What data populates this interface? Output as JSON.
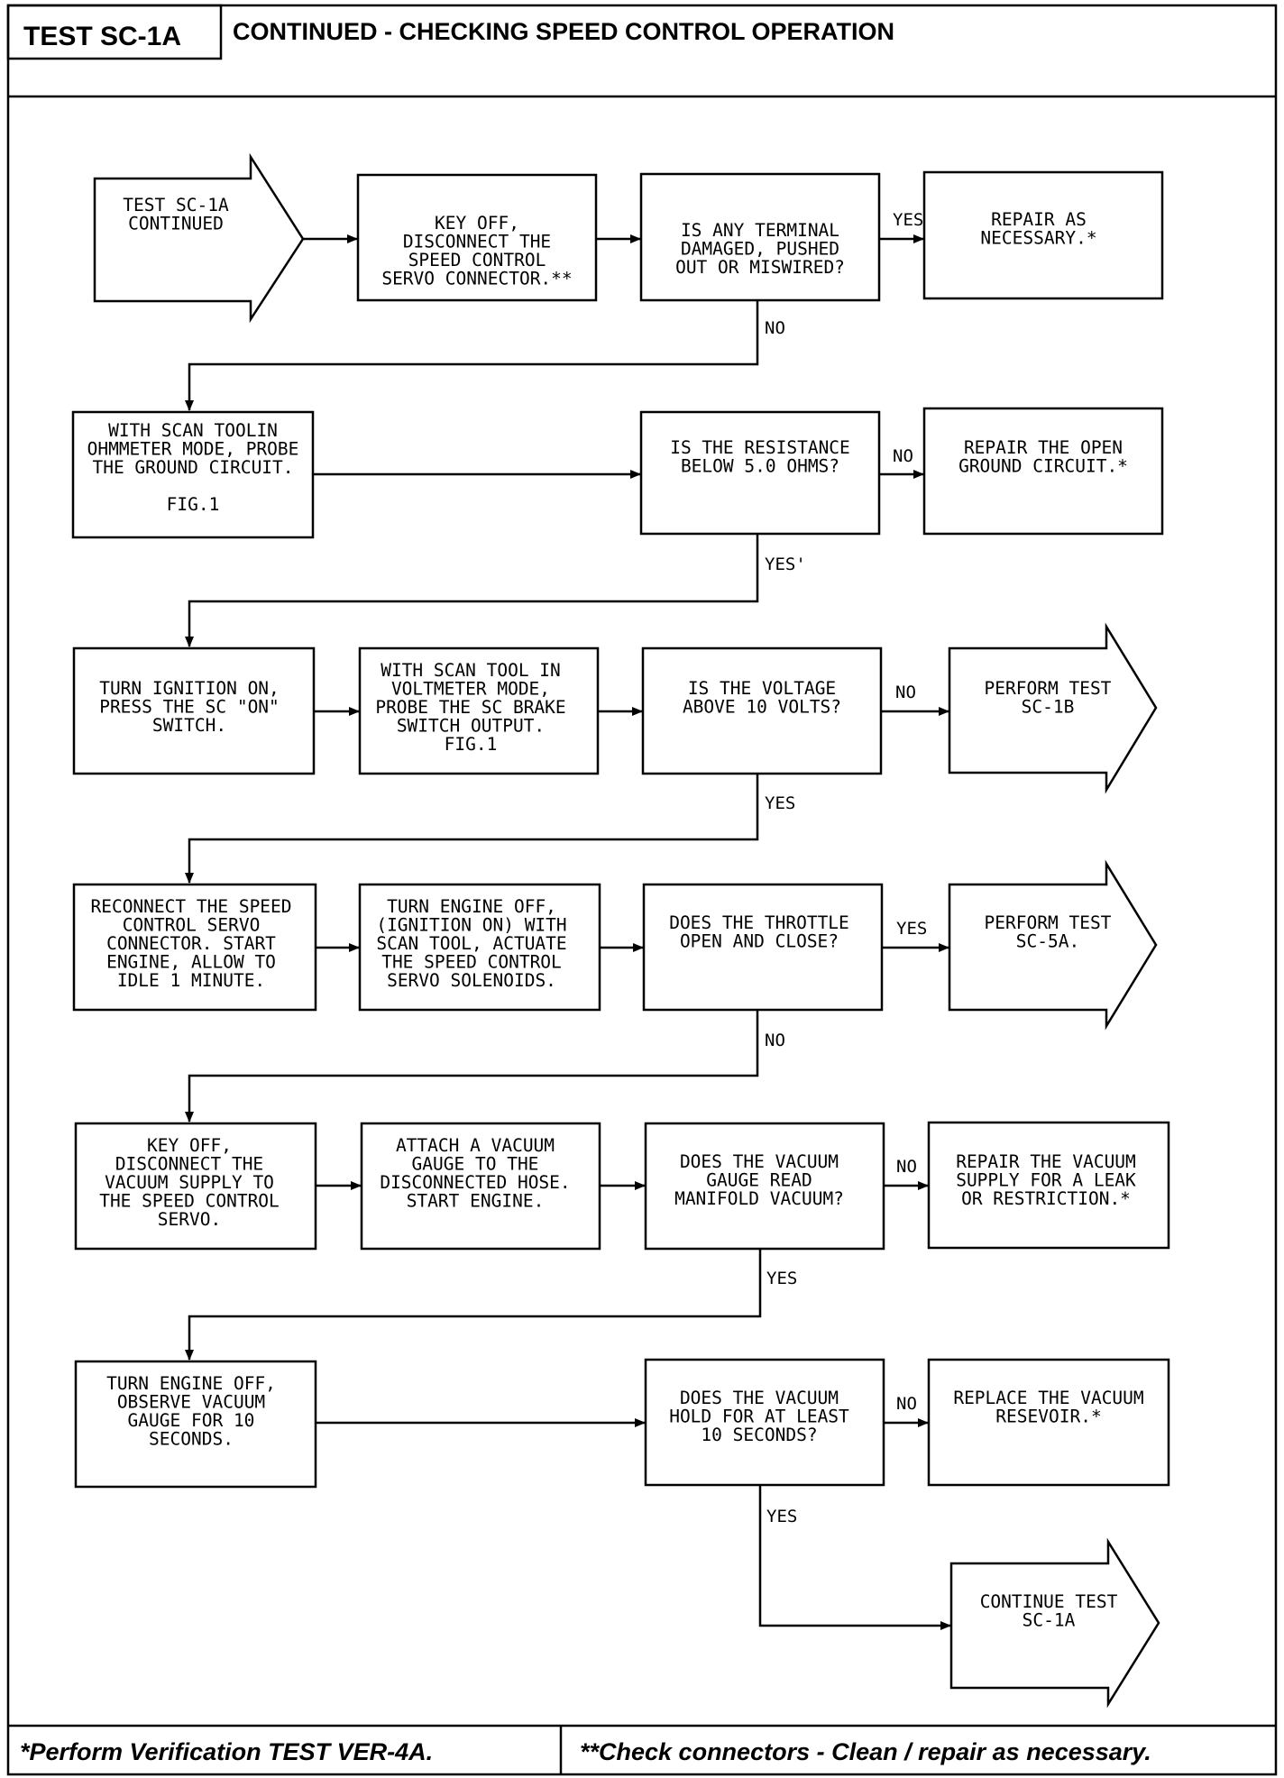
{
  "header": {
    "test_id": "TEST SC-1A",
    "title": "CONTINUED - CHECKING SPEED CONTROL OPERATION"
  },
  "footer": {
    "left_note": "*Perform Verification TEST VER-4A.",
    "right_note": "**Check connectors - Clean / repair as necessary."
  },
  "nodes": {
    "start": {
      "lines": [
        "TEST SC-1A",
        "CONTINUED"
      ]
    },
    "key_off_disconnect_servo": {
      "lines": [
        "KEY OFF,",
        "DISCONNECT THE",
        "SPEED CONTROL",
        "SERVO CONNECTOR.**"
      ]
    },
    "q_terminal_damaged": {
      "lines": [
        "IS ANY TERMINAL",
        "DAMAGED, PUSHED",
        "OUT OR MISWIRED?"
      ]
    },
    "repair_as_necessary": {
      "lines": [
        "REPAIR AS",
        "NECESSARY.*"
      ]
    },
    "probe_ground_circuit": {
      "lines": [
        "WITH SCAN TOOLIN",
        "OHMMETER MODE, PROBE",
        "THE GROUND CIRCUIT.",
        "",
        "FIG.1"
      ]
    },
    "q_resistance": {
      "lines": [
        "IS THE RESISTANCE",
        "BELOW 5.0 OHMS?"
      ]
    },
    "repair_open_ground": {
      "lines": [
        "REPAIR THE OPEN",
        "GROUND CIRCUIT.*"
      ]
    },
    "turn_ignition_on": {
      "lines": [
        "TURN IGNITION ON,",
        "PRESS THE SC \"ON\"",
        "SWITCH."
      ]
    },
    "probe_brake_switch": {
      "lines": [
        "WITH SCAN TOOL IN",
        "VOLTMETER MODE,",
        "PROBE THE SC BRAKE",
        "SWITCH OUTPUT.",
        "FIG.1"
      ]
    },
    "q_voltage": {
      "lines": [
        "IS THE VOLTAGE",
        "ABOVE 10 VOLTS?"
      ]
    },
    "perform_sc1b": {
      "lines": [
        "PERFORM TEST",
        "SC-1B"
      ]
    },
    "reconnect_servo": {
      "lines": [
        "RECONNECT THE SPEED",
        "CONTROL SERVO",
        "CONNECTOR. START",
        "ENGINE, ALLOW TO",
        "IDLE 1 MINUTE."
      ]
    },
    "actuate_solenoids": {
      "lines": [
        "TURN ENGINE OFF,",
        "(IGNITION ON) WITH",
        "SCAN TOOL, ACTUATE",
        "THE SPEED CONTROL",
        "SERVO SOLENOIDS."
      ]
    },
    "q_throttle": {
      "lines": [
        "DOES THE THROTTLE",
        "OPEN AND CLOSE?"
      ]
    },
    "perform_sc5a": {
      "lines": [
        "PERFORM TEST",
        "SC-5A."
      ]
    },
    "disconnect_vacuum": {
      "lines": [
        "KEY OFF,",
        "DISCONNECT THE",
        "VACUUM SUPPLY TO",
        "THE SPEED CONTROL",
        "SERVO."
      ]
    },
    "attach_gauge": {
      "lines": [
        "ATTACH A VACUUM",
        "GAUGE TO THE",
        "DISCONNECTED HOSE.",
        "START ENGINE."
      ]
    },
    "q_manifold_vacuum": {
      "lines": [
        "DOES THE VACUUM",
        "GAUGE READ",
        "MANIFOLD VACUUM?"
      ]
    },
    "repair_vacuum_supply": {
      "lines": [
        "REPAIR THE VACUUM",
        "SUPPLY FOR A LEAK",
        "OR RESTRICTION.*"
      ]
    },
    "observe_gauge": {
      "lines": [
        "TURN ENGINE OFF,",
        "OBSERVE VACUUM",
        "GAUGE FOR 10",
        "SECONDS."
      ]
    },
    "q_vacuum_hold": {
      "lines": [
        "DOES THE VACUUM",
        "HOLD FOR AT LEAST",
        "10 SECONDS?"
      ]
    },
    "replace_reservoir": {
      "lines": [
        "REPLACE THE VACUUM",
        "RESEVOIR.*"
      ]
    },
    "continue_sc1a": {
      "lines": [
        "CONTINUE TEST",
        "SC-1A"
      ]
    }
  },
  "edge_labels": {
    "terminal_yes": "YES",
    "terminal_no": "NO",
    "resistance_no": "NO",
    "resistance_yes": "YES'",
    "voltage_no": "NO",
    "voltage_yes": "YES",
    "throttle_yes": "YES",
    "throttle_no": "NO",
    "manifold_no": "NO",
    "manifold_yes": "YES",
    "hold_no": "NO",
    "hold_yes": "YES"
  }
}
